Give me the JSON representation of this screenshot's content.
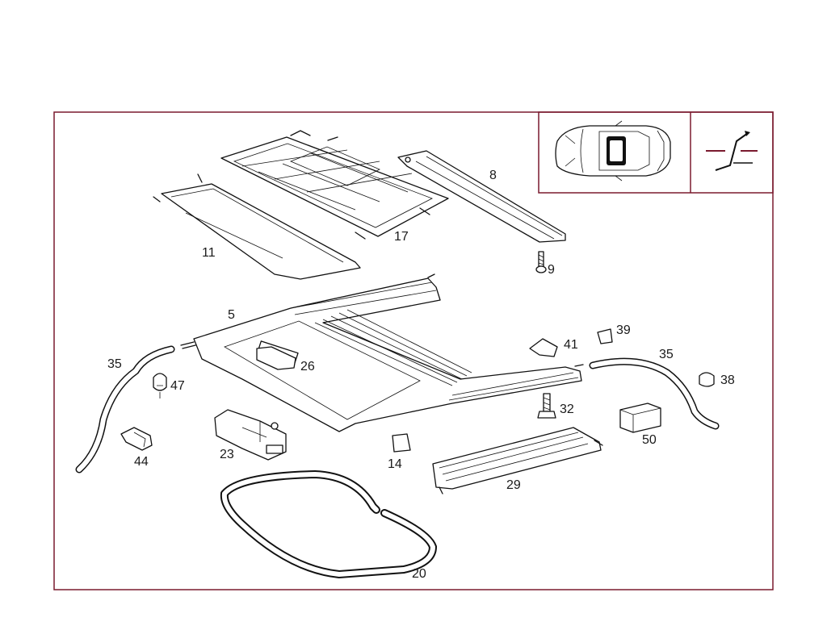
{
  "diagram": {
    "accent_color": "#7a1a2e",
    "inset_car": {
      "icon": "car-top-view-sunroof-icon"
    },
    "inset_symbol": {
      "icon": "sliding-tilt-symbol-icon"
    },
    "part_labels": {
      "p8": "8",
      "p9": "9",
      "p11": "11",
      "p17": "17",
      "p5": "5",
      "p35a": "35",
      "p35b": "35",
      "p26": "26",
      "p41": "41",
      "p39": "39",
      "p38": "38",
      "p47": "47",
      "p32": "32",
      "p50": "50",
      "p44": "44",
      "p23": "23",
      "p14": "14",
      "p29": "29",
      "p20": "20"
    }
  }
}
